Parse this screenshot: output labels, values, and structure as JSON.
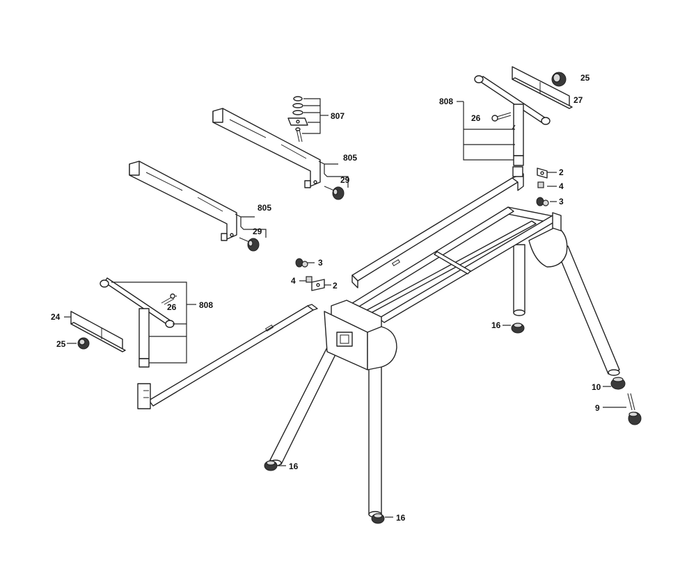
{
  "callouts": {
    "c808_top": "808",
    "c25_top": "25",
    "c27": "27",
    "c26_top": "26",
    "c807": "807",
    "c805_upper": "805",
    "c29_upper": "29",
    "c805_lower": "805",
    "c29_lower": "29",
    "c2_right": "2",
    "c4_right": "4",
    "c3_right": "3",
    "c3_left": "3",
    "c4_left": "4",
    "c2_left": "2",
    "c26_left": "26",
    "c808_left": "808",
    "c24": "24",
    "c25_left": "25",
    "c16_right": "16",
    "c10": "10",
    "c9": "9",
    "c16_bottom_left": "16",
    "c16_bottom": "16"
  }
}
